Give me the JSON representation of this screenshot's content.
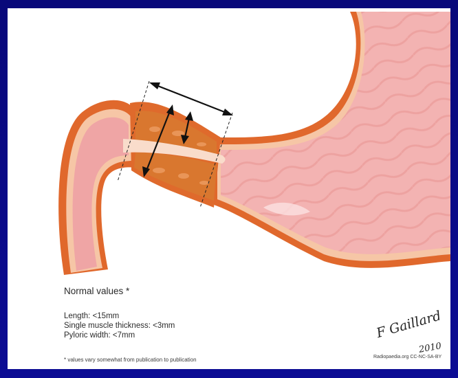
{
  "colors": {
    "frame": "#0a0a8c",
    "panel": "#ffffff",
    "serosa": "#e0682c",
    "muscle": "#d9772f",
    "submucosa": "#f6c6a6",
    "mucosa": "#ef9f9d",
    "lumen": "#f5bcbc",
    "arrow": "#111111"
  },
  "icons": {
    "measurement_arrows": "double-headed-arrow",
    "section_lines": "dashed-line"
  },
  "caption": {
    "heading": "Normal values *",
    "stats": [
      "Length: <15mm",
      "Single muscle thickness: <3mm",
      "Pyloric width: <7mm"
    ],
    "footnote": "* values vary somewhat from publication to publication"
  },
  "signature": {
    "name": "F Gaillard",
    "year": "2010"
  },
  "credit": "Radiopaedia.org CC-NC-SA-BY"
}
